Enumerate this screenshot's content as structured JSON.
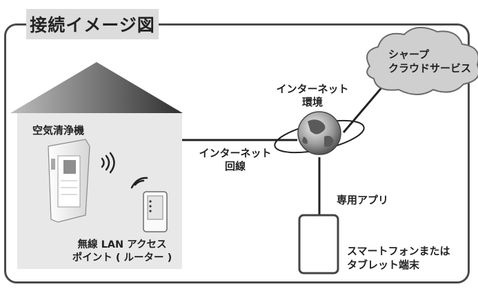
{
  "title": "接続イメージ図",
  "labels": {
    "purifier": "空気清浄機",
    "router_line1": "無線 LAN アクセス",
    "router_line2": "ポイント ( ルーター )",
    "internet_line_line1": "インターネット",
    "internet_line_line2": "回線",
    "internet_env_line1": "インターネット",
    "internet_env_line2": "環境",
    "cloud_line1": "シャープ",
    "cloud_line2": "クラウドサービス",
    "app": "専用アプリ",
    "device_line1": "スマートフォンまたは",
    "device_line2": "タブレット端末"
  },
  "icons": [
    "house-icon",
    "air-purifier-icon",
    "wifi-signal-icon",
    "router-icon",
    "globe-icon",
    "cloud-icon",
    "smartphone-icon"
  ],
  "colors": {
    "frame": "#4a4a4a",
    "title_bg": "#dcdcdc",
    "house_wall": "#e8e8e8",
    "cloud": "#cfcfcf",
    "line": "#222222"
  }
}
